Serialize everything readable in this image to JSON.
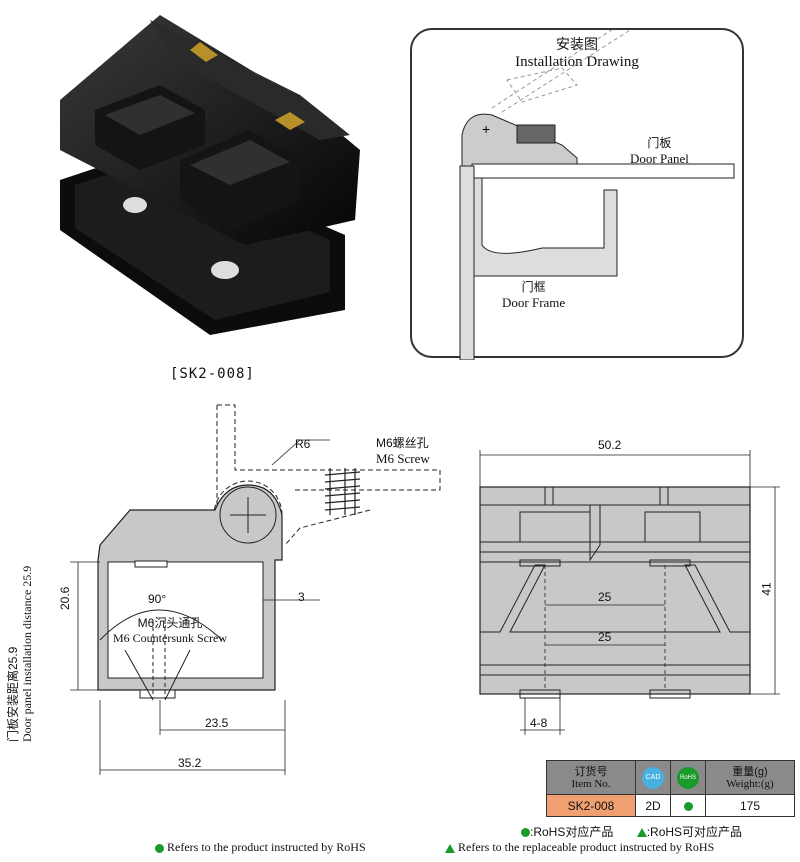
{
  "product": {
    "code_label": "[SK2-008]"
  },
  "install": {
    "title_cn": "安装图",
    "title_en": "Installation Drawing",
    "door_panel_cn": "门板",
    "door_panel_en": "Door Panel",
    "door_frame_cn": "门框",
    "door_frame_en": "Door Frame"
  },
  "side_view": {
    "r_label": "R6",
    "screw_cn": "M6螺丝孔",
    "screw_en": "M6 Screw",
    "angle": "90°",
    "countersunk_cn": "M6沉头通孔",
    "countersunk_en": "M6 Countersunk Screw",
    "dim_3": "3",
    "dim_20_6": "20.6",
    "dim_23_5": "23.5",
    "dim_35_2": "35.2",
    "vertical_cn": "门板安装距离25.9",
    "vertical_en": "Door panel installation distance 25.9"
  },
  "front_view": {
    "dim_50_2": "50.2",
    "dim_41": "41",
    "dim_25_top": "25",
    "dim_25_bottom": "25",
    "dim_4_8": "4-8"
  },
  "table": {
    "h_item_cn": "订货号",
    "h_item_en": "Item No.",
    "h_cad": "CAD",
    "h_rohs": "RoHS",
    "h_weight_cn": "重量(g)",
    "h_weight_en": "Weight:(g)",
    "item": "SK2-008",
    "cad": "2D",
    "weight": "175"
  },
  "legend": {
    "rohs_cn": ":RoHS对应产品",
    "rohs_possible_cn": ":RoHS可对应产品"
  },
  "footer": {
    "note1": "Refers to the product instructed by RoHS",
    "note2": "Refers to the replaceable product instructed by RoHS"
  },
  "colors": {
    "metal": "#c8c8c8",
    "hinge_black": "#1a1a1a",
    "brass": "#b8902a",
    "rohs_green": "#1a9a2a",
    "table_orange": "#f0a070"
  }
}
